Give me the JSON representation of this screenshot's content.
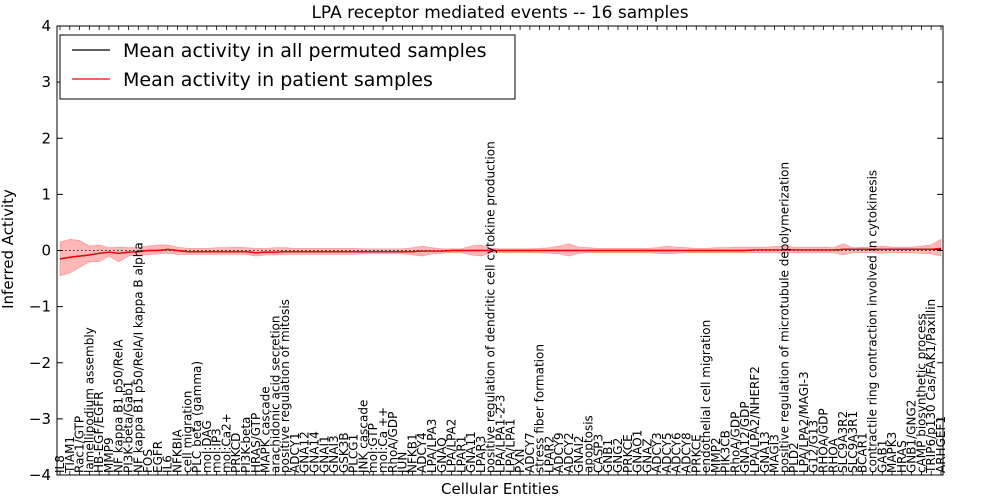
{
  "chart_data": {
    "type": "line",
    "title": "LPA receptor mediated events -- 16 samples",
    "xlabel": "Cellular Entities",
    "ylabel": "Inferred Activity",
    "ylim": [
      -4,
      4
    ],
    "yticks": [
      -4,
      -3,
      -2,
      -1,
      0,
      1,
      2,
      3,
      4
    ],
    "ytick_labels": [
      "−4",
      "−3",
      "−2",
      "−1",
      "0",
      "1",
      "2",
      "3",
      "4"
    ],
    "legend": {
      "placement": "top-left",
      "entries": [
        "Mean activity in all permuted samples",
        "Mean activity in patient samples"
      ]
    },
    "colors": {
      "permuted": "#000000",
      "patient": "#ff0000",
      "patient_band": "#ff6060",
      "permuted_band": "#9999cc"
    },
    "categories": [
      "IL8",
      "TIAM1",
      "Rac1/GTP",
      "lamellipodium assembly",
      "HB-EGF/EGFR",
      "MMP9",
      "NF kappa B1 p50/RelA",
      "PI3K-beta/Gab1",
      "NF kappa B1 p50/RelA/I kappa B alpha",
      "FOS",
      "EGFR",
      "IL6",
      "NFKBIA",
      "cell migration",
      "PLC beta (gamma)",
      "mol:DAG",
      "mol:IP3",
      "mol:Ca2+",
      "PRKCD",
      "PI3K-beta",
      "HRAS/GTP",
      "MAPK cascade",
      "arachidonic acid secretion",
      "positive regulation of mitosis",
      "ADCY1",
      "GNA12",
      "GNA14",
      "GNAI1",
      "GNAI3",
      "GSK3B",
      "PLCG1",
      "JNK cascade",
      "mol:GTP",
      "mol:Ca ++",
      "RhoA/GDP",
      "JUN",
      "NFKB1",
      "ADCY4",
      "LPA/LPA3",
      "GNAQ",
      "LPA/LPA2",
      "LPAR1",
      "GNA11",
      "LPAR3",
      "positive regulation of dendritic cell cytokine production",
      "LPA/LPA1-2-3",
      "LPA/LPA1",
      "PXN",
      "ADCY7",
      "stress fiber formation",
      "LPAR2",
      "ADCY9",
      "ADCY2",
      "GNAI2",
      "apoptosis",
      "CASP3",
      "GNB1",
      "GNG2",
      "PRKCE",
      "GNAO1",
      "GNAZ",
      "ADCY3",
      "ADCY5",
      "ADCY6",
      "ADCY8",
      "PRKCE",
      "endothelial cell migration",
      "MMP2",
      "PIK3CB",
      "RhoA/GDP",
      "GNA12/GDP",
      "LPA/LPA2/NHERF2",
      "GNA13",
      "MAGI3",
      "positive regulation of microtubule depolymerization",
      "PLD2",
      "LPA/LPA2/MAGI-3",
      "G12/G13",
      "RHOA/GDP",
      "RHOA",
      "SLC9A3R2",
      "SLC9A3R1",
      "BCAR1",
      "contractile ring contraction involved in cytokinesis",
      "GAB1",
      "MAPK3",
      "HRAS",
      "GNB1/GNG2",
      "cAMP biosynthetic process",
      "TRIP6/p130 Cas/FAK1/Paxillin",
      "ARHGEF1"
    ],
    "series": [
      {
        "name": "Mean activity in all permuted samples",
        "values": [
          -0.15,
          -0.12,
          -0.1,
          -0.08,
          -0.05,
          -0.03,
          -0.05,
          -0.03,
          -0.02,
          0.0,
          0.0,
          0.02,
          0.0,
          -0.02,
          -0.02,
          -0.02,
          -0.02,
          -0.02,
          -0.02,
          -0.02,
          -0.04,
          -0.03,
          -0.03,
          -0.02,
          -0.02,
          -0.02,
          -0.02,
          -0.02,
          -0.02,
          -0.02,
          -0.02,
          -0.02,
          -0.02,
          -0.02,
          -0.02,
          -0.02,
          -0.02,
          -0.01,
          -0.01,
          -0.01,
          0.0,
          0.0,
          0.0,
          0.0,
          0.0,
          0.0,
          0.0,
          0.0,
          0.0,
          0.0,
          0.0,
          0.0,
          0.0,
          0.0,
          0.0,
          0.0,
          0.0,
          0.0,
          0.0,
          0.0,
          0.0,
          0.0,
          0.0,
          0.0,
          0.0,
          0.0,
          0.0,
          0.0,
          0.0,
          0.0,
          0.0,
          0.01,
          0.01,
          0.01,
          0.01,
          0.01,
          0.01,
          0.01,
          0.01,
          0.01,
          0.02,
          0.02,
          0.02,
          0.02,
          0.02,
          0.02,
          0.02,
          0.02,
          0.02,
          0.02,
          0.02
        ]
      },
      {
        "name": "Mean activity in patient samples",
        "values": [
          -0.15,
          -0.12,
          -0.1,
          -0.08,
          -0.05,
          -0.03,
          -0.05,
          -0.03,
          -0.02,
          0.0,
          0.0,
          0.02,
          0.0,
          -0.02,
          -0.02,
          -0.02,
          -0.02,
          -0.02,
          -0.02,
          -0.02,
          -0.04,
          -0.03,
          -0.03,
          -0.02,
          -0.02,
          -0.02,
          -0.02,
          -0.02,
          -0.02,
          -0.02,
          -0.02,
          -0.02,
          -0.02,
          -0.02,
          -0.02,
          -0.02,
          -0.02,
          -0.01,
          -0.01,
          -0.01,
          0.0,
          0.0,
          0.0,
          0.0,
          0.0,
          0.0,
          0.0,
          0.0,
          0.0,
          0.0,
          0.0,
          0.0,
          0.0,
          0.0,
          0.0,
          0.0,
          0.0,
          0.0,
          0.0,
          0.0,
          0.0,
          0.0,
          0.0,
          0.0,
          0.0,
          0.0,
          0.0,
          0.0,
          0.0,
          0.0,
          0.0,
          0.01,
          0.01,
          0.01,
          0.01,
          0.01,
          0.01,
          0.01,
          0.01,
          0.01,
          0.02,
          0.02,
          0.02,
          0.02,
          0.02,
          0.02,
          0.02,
          0.02,
          0.02,
          0.02,
          0.04
        ],
        "band_upper": [
          0.15,
          0.2,
          0.18,
          0.08,
          0.1,
          0.05,
          0.06,
          0.05,
          0.05,
          0.08,
          0.1,
          0.1,
          0.06,
          0.04,
          0.04,
          0.04,
          0.05,
          0.05,
          0.06,
          0.05,
          0.04,
          0.04,
          0.05,
          0.05,
          0.04,
          0.04,
          0.04,
          0.04,
          0.04,
          0.04,
          0.04,
          0.03,
          0.03,
          0.03,
          0.03,
          0.03,
          0.05,
          0.08,
          0.05,
          0.03,
          0.03,
          0.03,
          0.08,
          0.1,
          0.04,
          0.03,
          0.03,
          0.03,
          0.03,
          0.04,
          0.05,
          0.08,
          0.12,
          0.06,
          0.05,
          0.04,
          0.04,
          0.04,
          0.04,
          0.04,
          0.04,
          0.05,
          0.08,
          0.06,
          0.05,
          0.04,
          0.04,
          0.05,
          0.05,
          0.06,
          0.06,
          0.06,
          0.06,
          0.07,
          0.08,
          0.06,
          0.06,
          0.06,
          0.06,
          0.05,
          0.12,
          0.05,
          0.06,
          0.05,
          0.08,
          0.06,
          0.06,
          0.06,
          0.08,
          0.1,
          0.2
        ],
        "band_lower": [
          -0.45,
          -0.4,
          -0.3,
          -0.2,
          -0.2,
          -0.1,
          -0.2,
          -0.1,
          -0.08,
          -0.08,
          -0.06,
          -0.05,
          -0.07,
          -0.07,
          -0.07,
          -0.07,
          -0.07,
          -0.07,
          -0.07,
          -0.07,
          -0.1,
          -0.08,
          -0.08,
          -0.07,
          -0.07,
          -0.07,
          -0.07,
          -0.07,
          -0.07,
          -0.07,
          -0.07,
          -0.06,
          -0.06,
          -0.06,
          -0.06,
          -0.06,
          -0.08,
          -0.1,
          -0.06,
          -0.05,
          -0.04,
          -0.04,
          -0.08,
          -0.1,
          -0.04,
          -0.04,
          -0.04,
          -0.04,
          -0.04,
          -0.04,
          -0.05,
          -0.06,
          -0.1,
          -0.05,
          -0.04,
          -0.04,
          -0.04,
          -0.04,
          -0.04,
          -0.04,
          -0.04,
          -0.05,
          -0.06,
          -0.05,
          -0.04,
          -0.04,
          -0.04,
          -0.04,
          -0.04,
          -0.04,
          -0.04,
          -0.04,
          -0.04,
          -0.04,
          -0.05,
          -0.04,
          -0.04,
          -0.04,
          -0.04,
          -0.04,
          -0.08,
          -0.04,
          -0.04,
          -0.04,
          -0.05,
          -0.04,
          -0.04,
          -0.04,
          -0.05,
          -0.06,
          -0.1
        ]
      }
    ]
  }
}
